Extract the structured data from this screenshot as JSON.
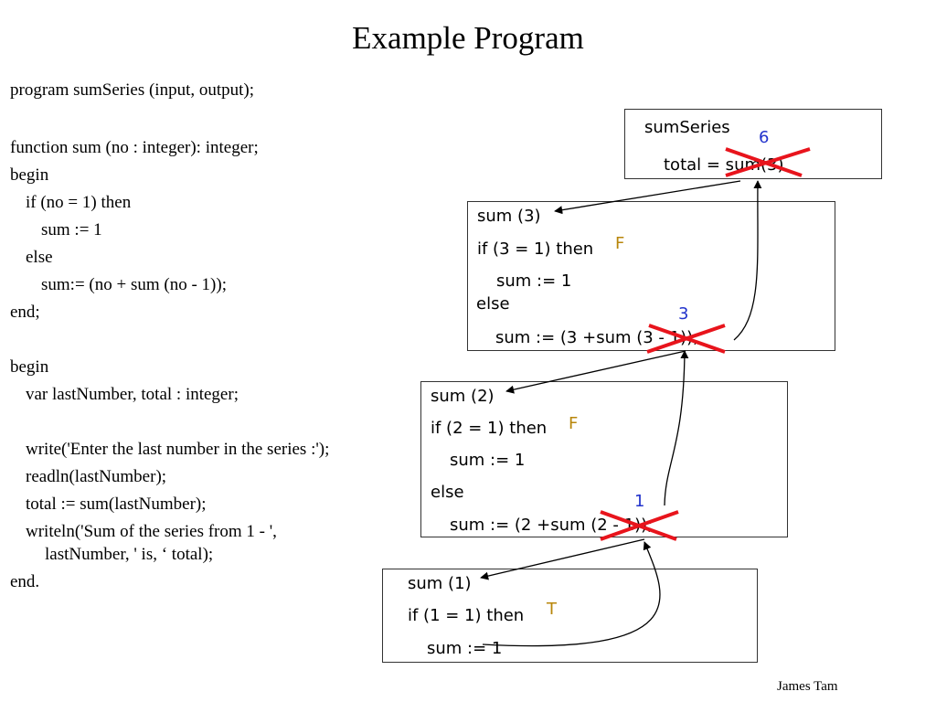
{
  "title": "Example Program",
  "code_lines": [
    "program sumSeries (input, output);",
    "function sum (no : integer): integer;",
    "begin",
    "if (no = 1) then",
    "sum := 1",
    "else",
    "sum:= (no + sum (no - 1));",
    "end;",
    "begin",
    "var lastNumber, total : integer;",
    "write('Enter the last number in the series :');",
    "readln(lastNumber);",
    "total := sum(lastNumber);",
    "writeln('Sum of the series from 1 - ',",
    "lastNumber, ' is, ‘ total);",
    "end."
  ],
  "frames": {
    "main": {
      "name": "sumSeries",
      "line": "total = sum(3)",
      "return_value": "6"
    },
    "sum3": {
      "header": "sum (3)",
      "cond": "if (3 = 1) then",
      "cond_result": "F",
      "then": "sum := 1",
      "else": "else",
      "recur": "sum := (3 +sum (3 - 1));",
      "return_value": "3"
    },
    "sum2": {
      "header": "sum (2)",
      "cond": "if (2 = 1) then",
      "cond_result": "F",
      "then": "sum := 1",
      "else": "else",
      "recur": "sum := (2 +sum (2 - 1));",
      "return_value": "1"
    },
    "sum1": {
      "header": "sum (1)",
      "cond": "if (1 = 1) then",
      "cond_result": "T",
      "then": "sum := 1"
    }
  },
  "colors": {
    "cross": "#e8141c",
    "return_value": "#2233cc",
    "cond_result": "#b8860b",
    "arrow": "#000000"
  },
  "footer": "James Tam"
}
